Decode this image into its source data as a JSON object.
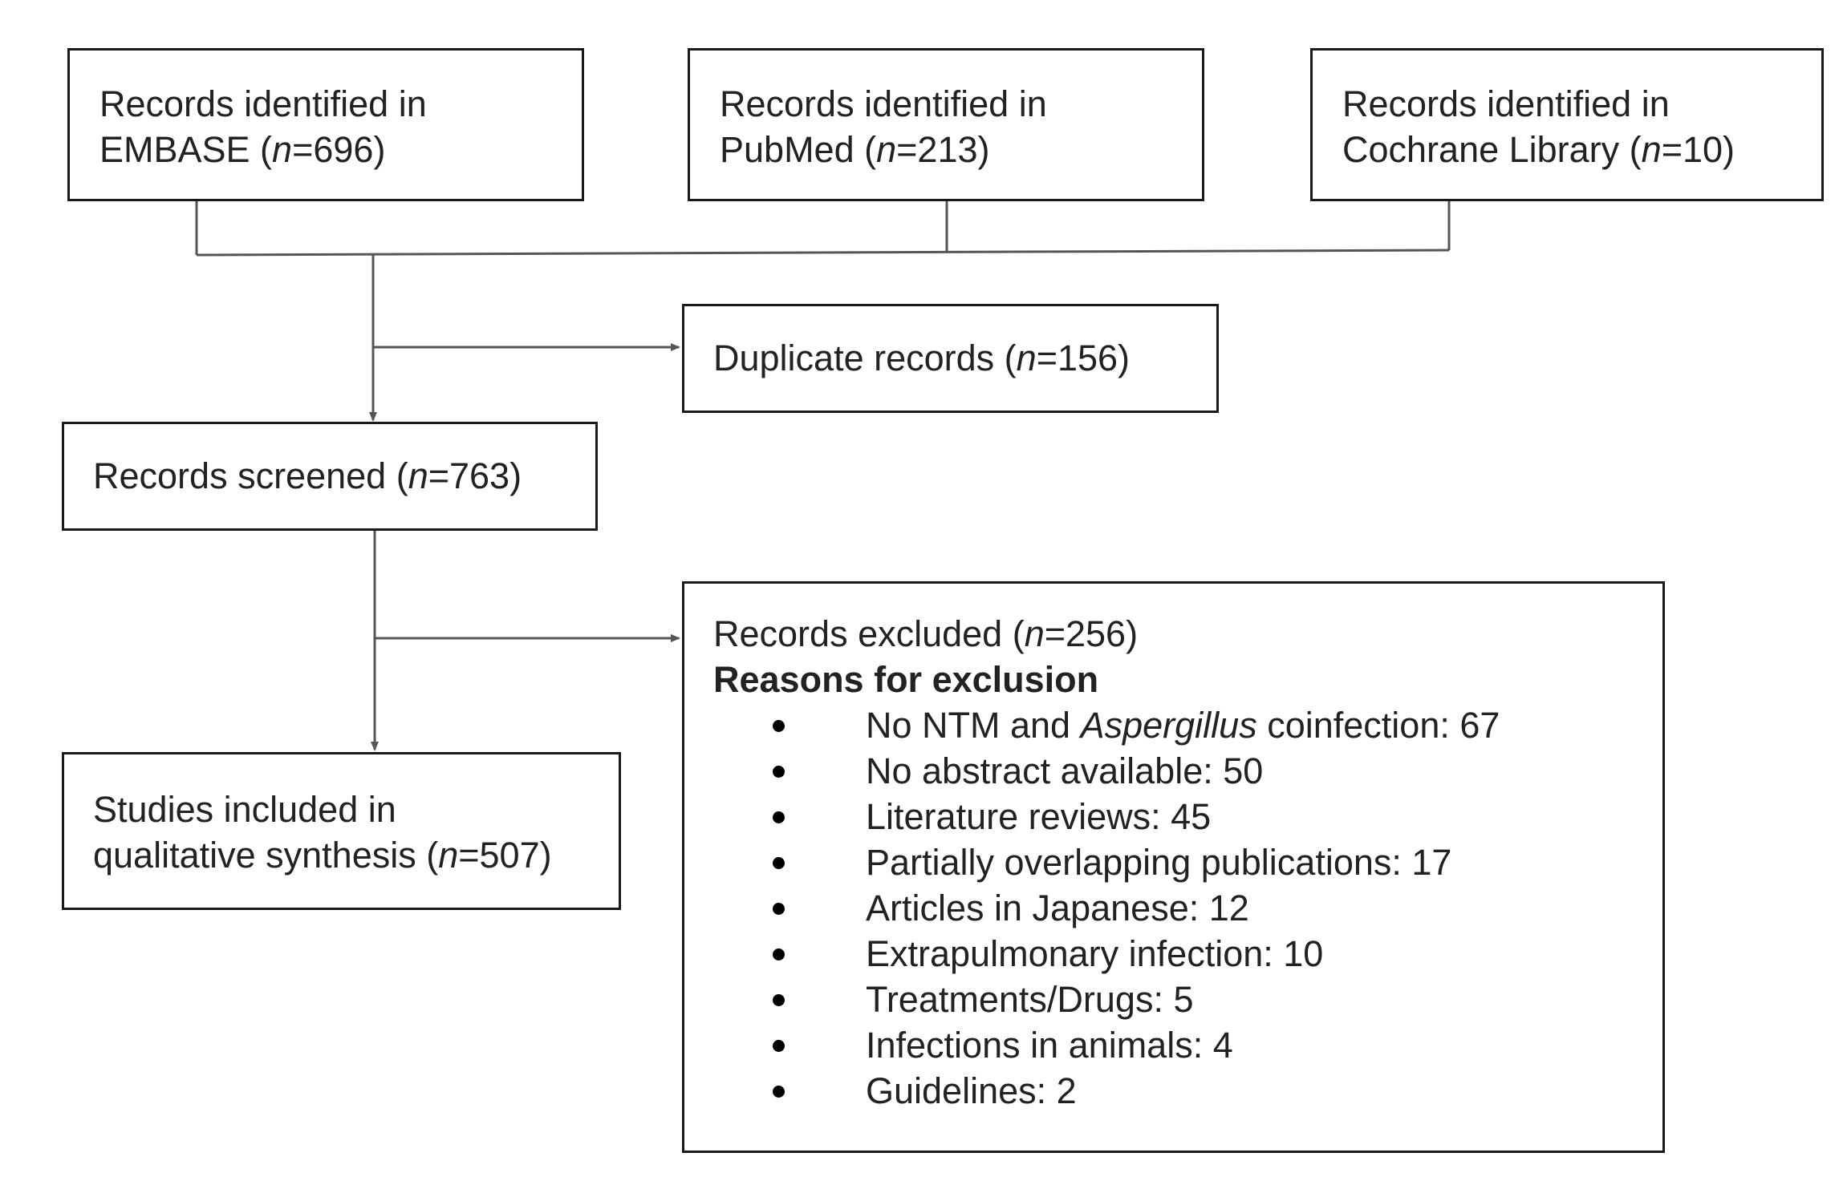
{
  "identification": [
    {
      "line1": "Records identified in",
      "prefix": "EMBASE (",
      "n_var": "n",
      "suffix": "=696)"
    },
    {
      "line1": "Records identified in",
      "prefix": "PubMed (",
      "n_var": "n",
      "suffix": "=213)"
    },
    {
      "line1": "Records identified in",
      "prefix": "Cochrane Library (",
      "n_var": "n",
      "suffix": "=10)"
    }
  ],
  "duplicates": {
    "prefix": "Duplicate records (",
    "n_var": "n",
    "suffix": "=156)"
  },
  "screened": {
    "prefix": "Records screened (",
    "n_var": "n",
    "suffix": "=763)"
  },
  "included": {
    "line1": "Studies included in",
    "prefix": "qualitative synthesis (",
    "n_var": "n",
    "suffix": "=507)"
  },
  "excluded": {
    "prefix": "Records excluded (",
    "n_var": "n",
    "suffix": "=256)",
    "reasons_heading": "Reasons for exclusion",
    "reasons": [
      {
        "before": "No NTM and ",
        "italic": "Aspergillus",
        "after": " coinfection: 67"
      },
      {
        "before": "No abstract available: 50",
        "italic": "",
        "after": ""
      },
      {
        "before": "Literature reviews: 45",
        "italic": "",
        "after": ""
      },
      {
        "before": "Partially overlapping publications: 17",
        "italic": "",
        "after": ""
      },
      {
        "before": "Articles in Japanese: 12",
        "italic": "",
        "after": ""
      },
      {
        "before": "Extrapulmonary infection: 10",
        "italic": "",
        "after": ""
      },
      {
        "before": "Treatments/Drugs: 5",
        "italic": "",
        "after": ""
      },
      {
        "before": "Infections in animals: 4",
        "italic": "",
        "after": ""
      },
      {
        "before": "Guidelines: 2",
        "italic": "",
        "after": ""
      }
    ]
  },
  "colors": {
    "box_border": "#1a1a1a",
    "connector": "#555555",
    "text": "#222222"
  }
}
